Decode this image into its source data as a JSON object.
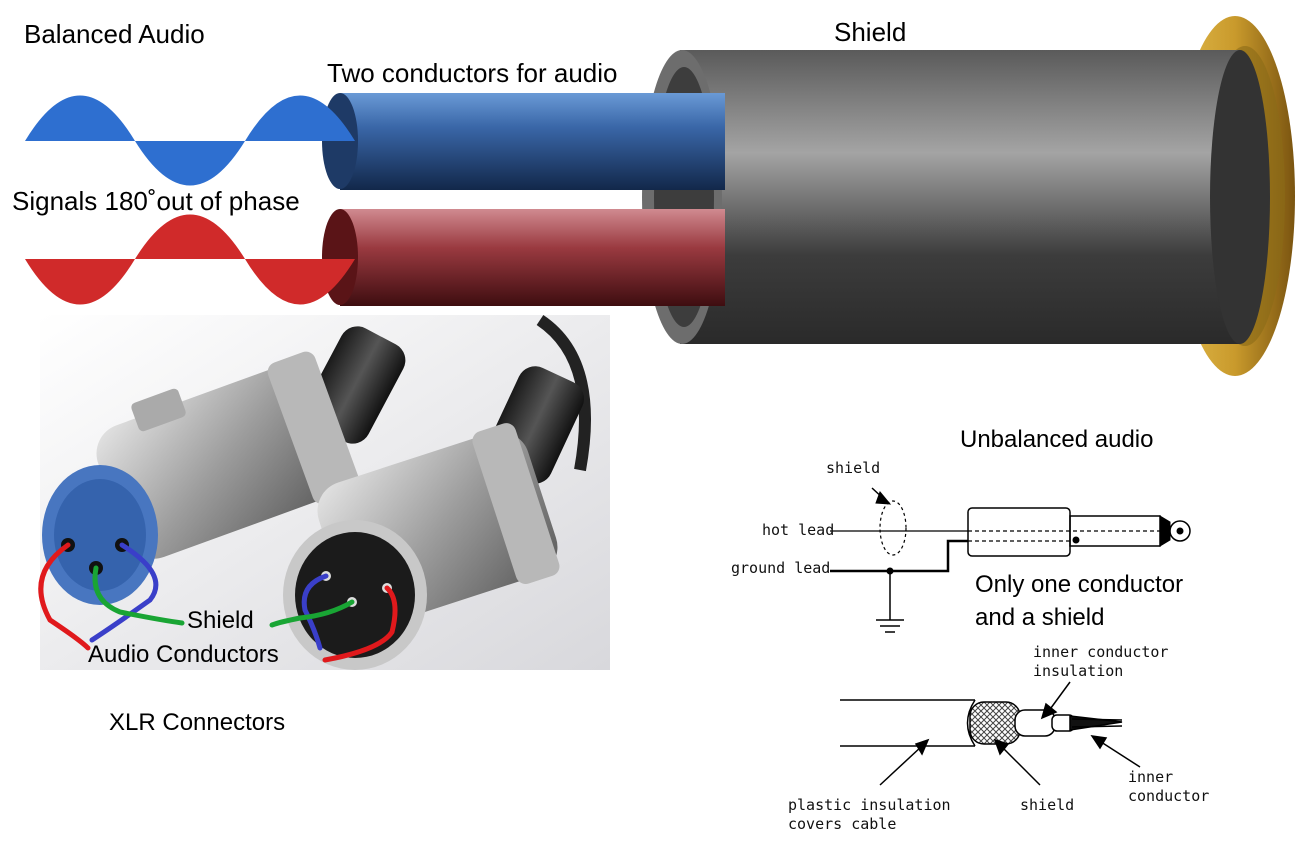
{
  "labels": {
    "balanced_title": "Balanced Audio",
    "two_conductors": "Two conductors for audio",
    "shield_top": "Shield",
    "phase_note": "Signals 180˚out of phase",
    "xlr_shield": "Shield",
    "xlr_audio_conductors": "Audio Conductors",
    "xlr_caption": "XLR Connectors",
    "unbalanced_title": "Unbalanced audio",
    "only_one_line1": "Only one conductor",
    "only_one_line2": "and a shield",
    "diag_shield": "shield",
    "diag_hot_lead": "hot lead",
    "diag_ground_lead": "ground lead",
    "coax_inner_insulation_line1": "inner conductor",
    "coax_inner_insulation_line2": "insulation",
    "coax_plastic_line1": "plastic insulation",
    "coax_plastic_line2": "covers cable",
    "coax_shield": "shield",
    "coax_inner_line1": "inner",
    "coax_inner_line2": "conductor"
  },
  "colors": {
    "blue_conductor": "#2f5e9e",
    "red_conductor": "#8a2a2e",
    "blue_wave": "#2e6fd0",
    "red_wave": "#d02a2a",
    "shield_jacket": "#4a4a4a",
    "gold_end": "#c9a232",
    "wire_red": "#e0191c",
    "wire_blue": "#3a3fc9",
    "wire_green": "#19a534"
  }
}
